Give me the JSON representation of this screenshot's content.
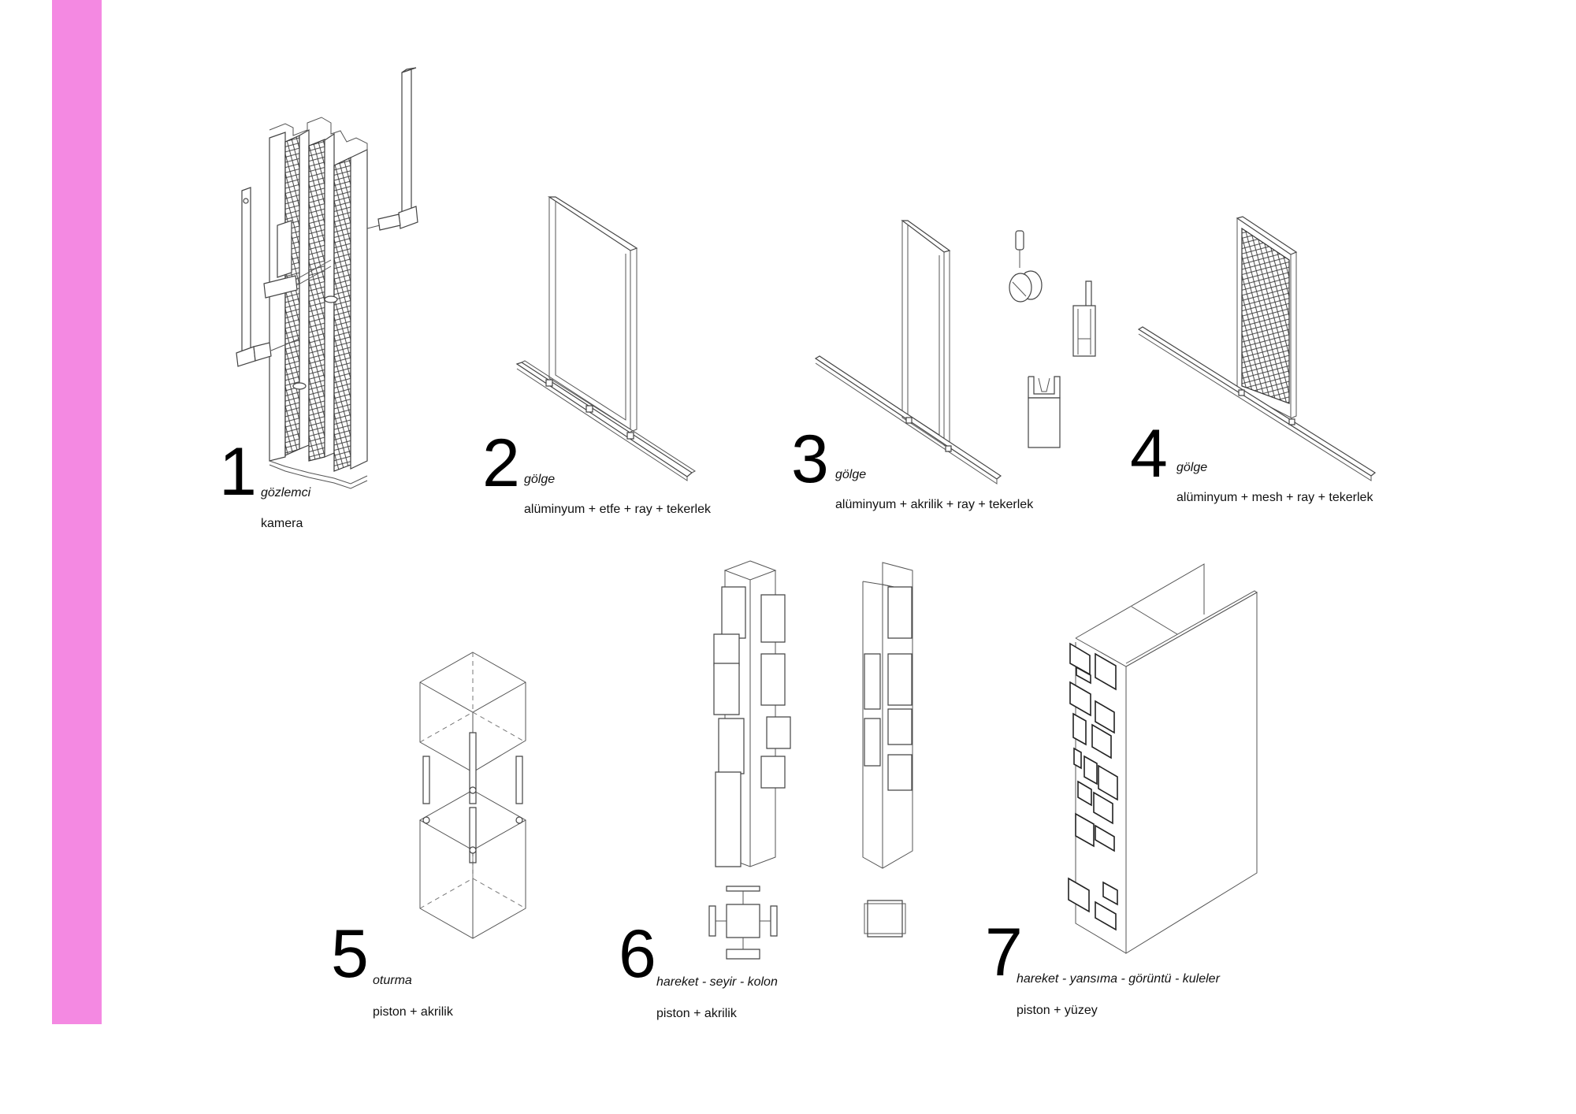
{
  "colors": {
    "sidebar": "#f489e2",
    "line": "#444444",
    "text": "#111111"
  },
  "items": [
    {
      "number": "1",
      "title": "gözlemci",
      "materials": "kamera"
    },
    {
      "number": "2",
      "title": "gölge",
      "materials": "alüminyum + etfe + ray + tekerlek"
    },
    {
      "number": "3",
      "title": "gölge",
      "materials": "alüminyum + akrilik + ray + tekerlek"
    },
    {
      "number": "4",
      "title": "gölge",
      "materials": "alüminyum + mesh + ray + tekerlek"
    },
    {
      "number": "5",
      "title": "oturma",
      "materials": "piston + akrilik"
    },
    {
      "number": "6",
      "title": "hareket - seyir - kolon",
      "materials": "piston + akrilik"
    },
    {
      "number": "7",
      "title": "hareket - yansıma - görüntü - kuleler",
      "materials": "piston + yüzey"
    }
  ]
}
